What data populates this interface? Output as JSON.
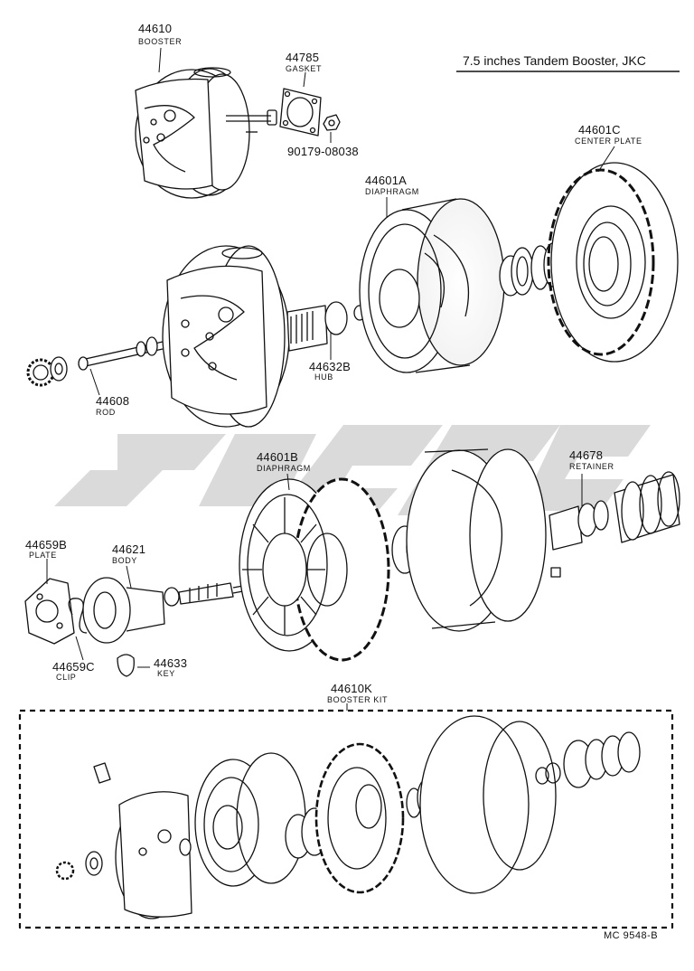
{
  "header": {
    "title": "7.5 inches Tandem Booster, JKC"
  },
  "parts": {
    "booster": {
      "number": "44610",
      "name": "BOOSTER"
    },
    "gasket": {
      "number": "44785",
      "name": "GASKET"
    },
    "nut": {
      "number": "90179-08038"
    },
    "center_plate": {
      "number": "44601C",
      "name": "CENTER PLATE"
    },
    "diaphragm_a": {
      "number": "44601A",
      "name": "DIAPHRAGM"
    },
    "hub": {
      "number": "44632B",
      "name": "HUB"
    },
    "rod": {
      "number": "44608",
      "name": "ROD"
    },
    "diaphragm_b": {
      "number": "44601B",
      "name": "DIAPHRAGM"
    },
    "retainer": {
      "number": "44678",
      "name": "RETAINER"
    },
    "plate": {
      "number": "44659B",
      "name": "PLATE"
    },
    "body": {
      "number": "44621",
      "name": "BODY"
    },
    "clip": {
      "number": "44659C",
      "name": "CLIP"
    },
    "key": {
      "number": "44633",
      "name": "KEY"
    },
    "booster_kit": {
      "number": "44610K",
      "name": "BOOSTER KIT"
    }
  },
  "footer": {
    "code": "MC 9548-B"
  }
}
